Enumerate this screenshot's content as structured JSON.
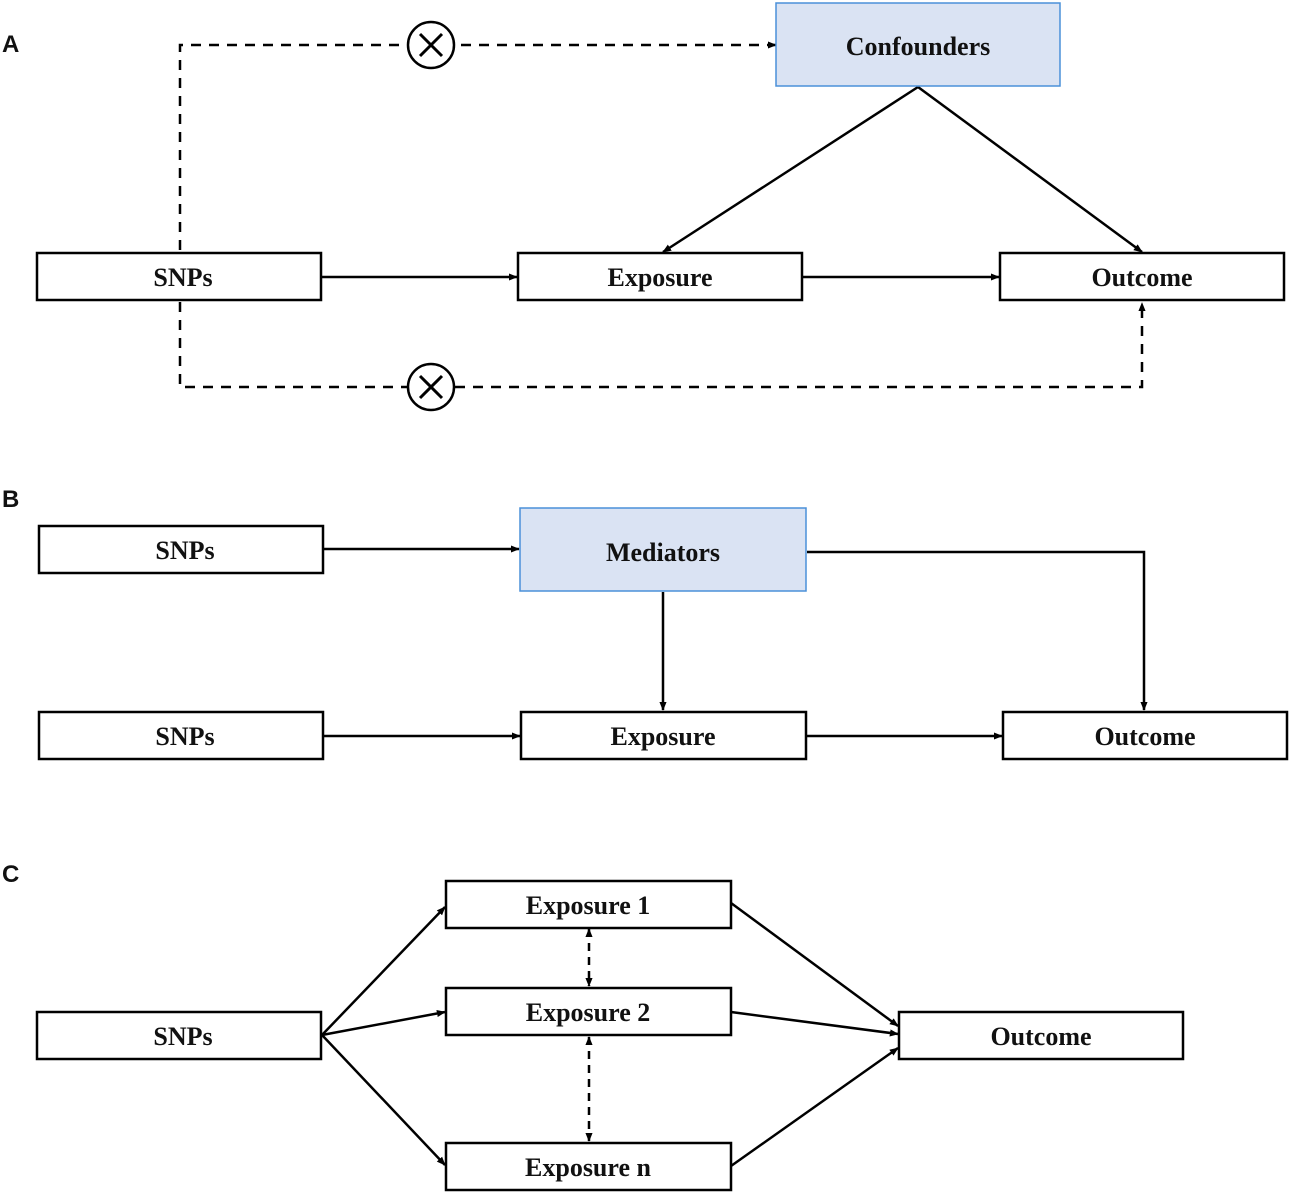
{
  "panels": {
    "a": {
      "label": "A",
      "snps": "SNPs",
      "exposure": "Exposure",
      "outcome": "Outcome",
      "confounders": "Confounders"
    },
    "b": {
      "label": "B",
      "snps_top": "SNPs",
      "snps_bottom": "SNPs",
      "mediators": "Mediators",
      "exposure": "Exposure",
      "outcome": "Outcome"
    },
    "c": {
      "label": "C",
      "snps": "SNPs",
      "exposure_1": "Exposure 1",
      "exposure_2": "Exposure 2",
      "exposure_n": "Exposure n",
      "outcome": "Outcome"
    }
  },
  "colors": {
    "highlight_fill": "#dae3f3",
    "highlight_stroke": "#4a90d9",
    "line": "#000000"
  }
}
